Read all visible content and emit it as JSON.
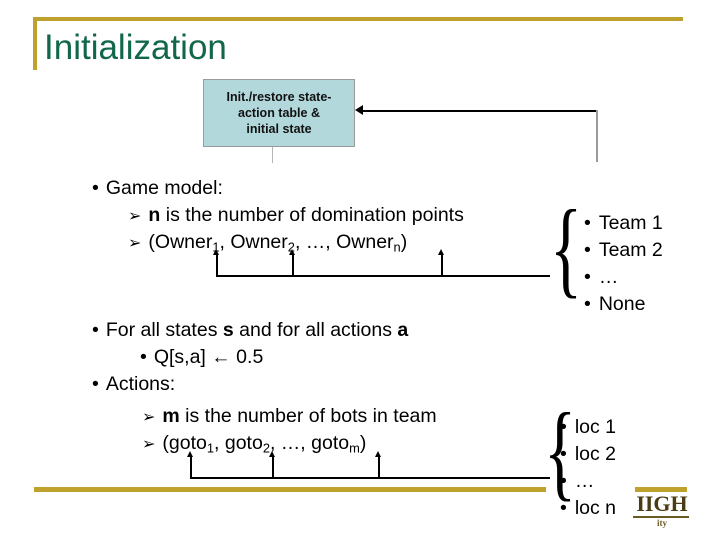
{
  "slide": {
    "title": "Initialization",
    "accent_color": "#bfa22e",
    "title_color": "#12674a"
  },
  "flow_diagram": {
    "box": {
      "fill_color": "#b2d8dc",
      "border_color": "#9a9a9a",
      "lines": [
        "Init./restore state-",
        "action table &",
        "initial state"
      ]
    },
    "arrow_name": "feedback-arrow"
  },
  "content": {
    "game_model": {
      "heading": "Game model:",
      "items": [
        {
          "pre": "",
          "bold": "n",
          "post": " is the number of domination points"
        }
      ],
      "tuple": {
        "open": "(Owner",
        "sub1": "1",
        "mid1": ", Owner",
        "sub2": "2",
        "mid2": ", …, Owner",
        "sub3": "n",
        "close": ")"
      }
    },
    "for_all": {
      "pre": "For all states ",
      "bold1": "s",
      "mid": " and for all actions ",
      "bold2": "a",
      "assign": "Q[s,a] ← 0.5"
    },
    "actions": {
      "heading": "Actions:",
      "items": [
        {
          "pre": "",
          "bold": "m",
          "post": " is the number of bots in team"
        }
      ],
      "tuple": {
        "open": "(goto",
        "sub1": "1",
        "mid1": ", goto",
        "sub2": "2",
        "mid2": ", …, goto",
        "sub3": "m",
        "close": ")"
      }
    }
  },
  "owner_values": {
    "brace": "{",
    "options": [
      "Team 1",
      "Team 2",
      "…",
      "None"
    ]
  },
  "goto_values": {
    "brace": "{",
    "options": [
      "loc 1",
      "loc 2",
      "…",
      "loc n"
    ]
  },
  "logo": {
    "word": "IIGH",
    "sub": "ity",
    "bar_color": "#bfa22e"
  }
}
